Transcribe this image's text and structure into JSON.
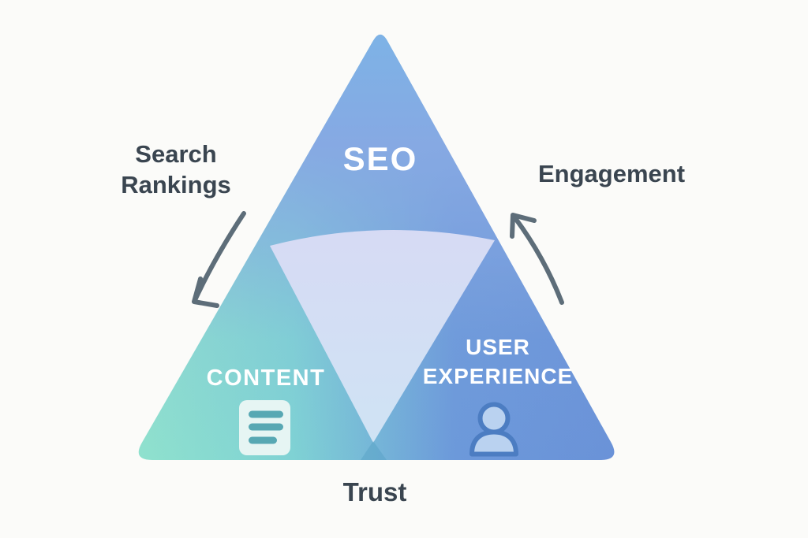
{
  "page": {
    "background": "#fbfbf9",
    "description": "SEO / Content / User Experience triangle diagram"
  },
  "triangle": {
    "sections": [
      {
        "id": "seo",
        "label": "SEO",
        "color": "#86a9e3"
      },
      {
        "id": "content",
        "label": "CONTENT",
        "color": "#8ee0cd",
        "icon": "document-icon"
      },
      {
        "id": "user-experience",
        "label_line1": "USER",
        "label_line2": "EXPERIENCE",
        "color": "#6a93d8",
        "icon": "person-icon"
      }
    ],
    "center_overlay_color": "#d3def3"
  },
  "labels": {
    "search_rankings": {
      "line1": "Search",
      "line2": "Rankings"
    },
    "engagement": "Engagement",
    "trust": "Trust"
  },
  "icons": {
    "content_section": "document-icon",
    "user_experience_section": "person-icon",
    "left_side": "down-left-arrow-icon",
    "right_side": "up-left-arrow-icon"
  },
  "colors": {
    "arrow": "#5d6d79",
    "dark_text": "#3a4550",
    "white_text": "#ffffff",
    "triangle_top": "#86a9e3",
    "triangle_bottom_left": "#8ee0cd",
    "triangle_bottom_right": "#6a93d8",
    "center_wedge_top": "#d7daf4",
    "center_wedge_bottom": "#cfe3f4",
    "doc_icon_bar": "#57a8b3",
    "doc_icon_bg": "#e6f5f3",
    "person_icon_stroke": "#4c7dc2",
    "person_icon_fill": "#bad2f0"
  }
}
